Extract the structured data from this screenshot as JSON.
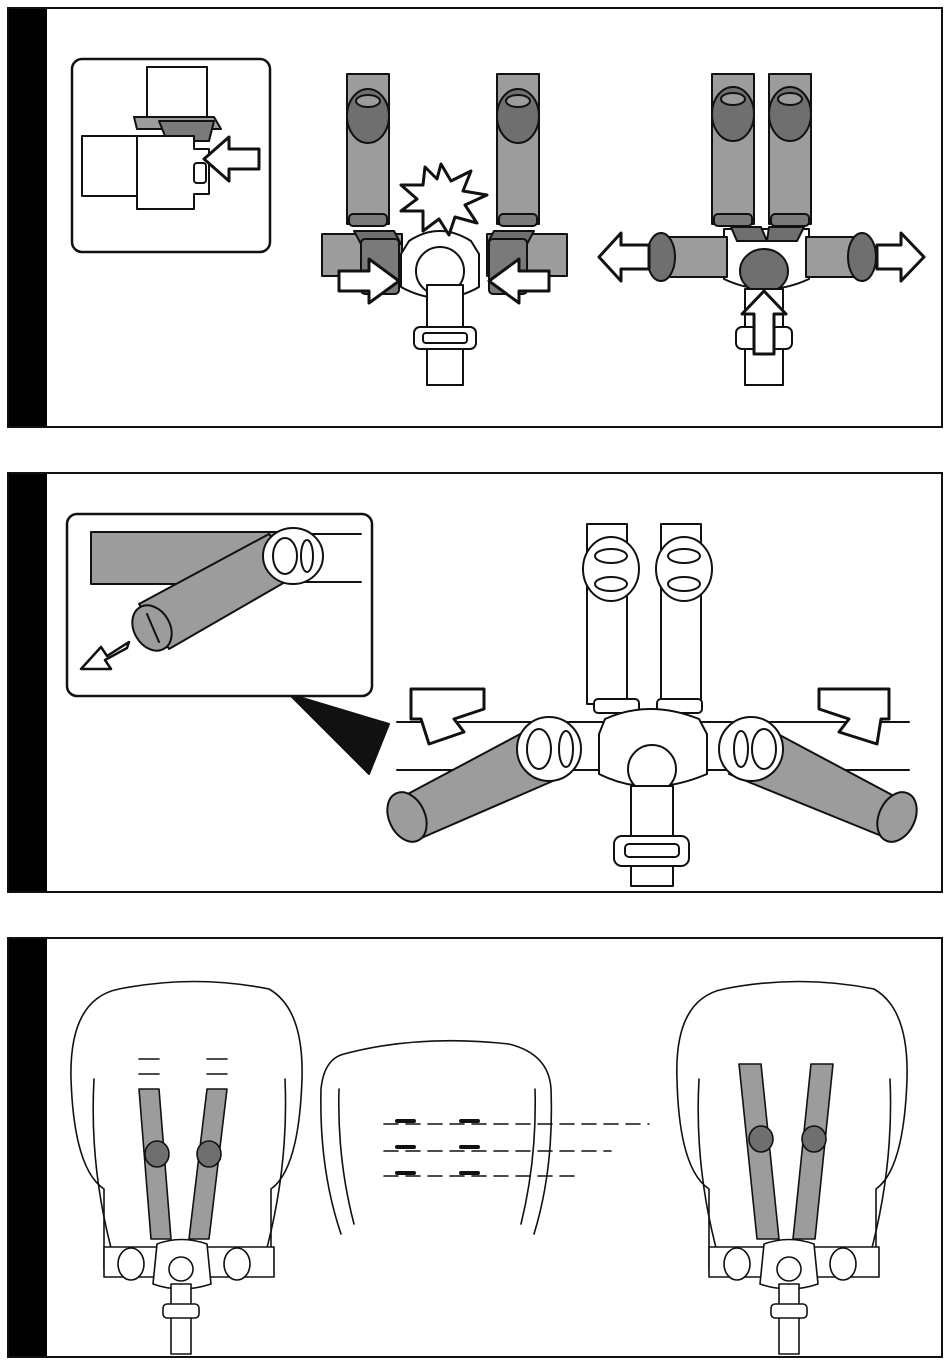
{
  "document": {
    "type": "harness-instruction-sheet",
    "panels": [
      {
        "id": "unbuckle",
        "illustration": "press-side-tabs-then-press-centre-button-and-pull-buckles-apart"
      },
      {
        "id": "remove-pads",
        "illustration": "slide-shoulder-pads-off-waist-straps"
      },
      {
        "id": "shoulder-height",
        "illustration": "select-harness-slot-height-on-seat-back"
      }
    ]
  },
  "colors": {
    "strap": "#9c9c9c",
    "strap_dark": "#7a7a7a",
    "button": "#6f6f6f",
    "ink": "#111111",
    "panel_bar": "#000000"
  },
  "icons": [
    "arrow-icon",
    "burst-icon",
    "buckle-icon",
    "shoulder-pad-icon",
    "callout-pointer-icon"
  ]
}
